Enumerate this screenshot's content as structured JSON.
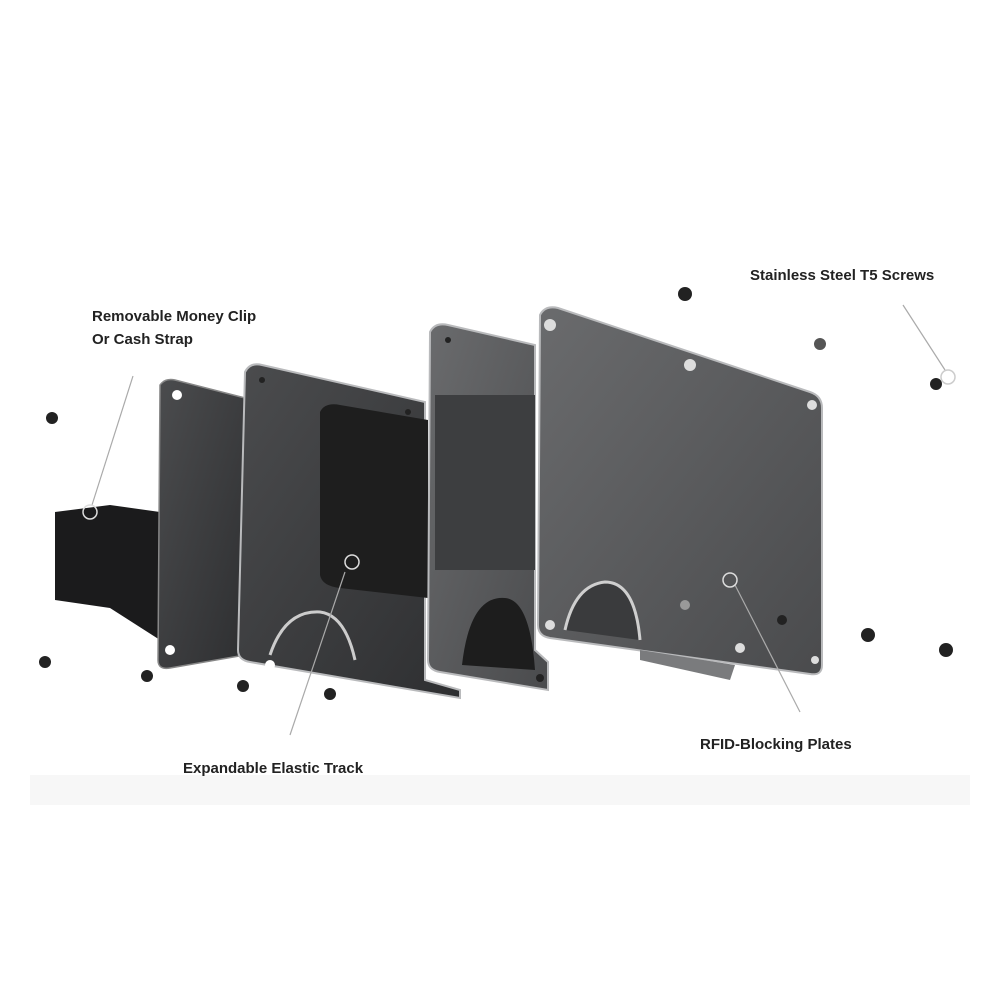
{
  "labels": {
    "money_clip_line1": "Removable Money Clip",
    "money_clip_line2": "Or Cash Strap",
    "screws": "Stainless Steel T5 Screws",
    "elastic": "Expandable Elastic Track",
    "plates": "RFID-Blocking Plates"
  },
  "colors": {
    "plate": "#5a5b5d",
    "plate_dark": "#3a3b3d",
    "edge": "#b9babc",
    "felt": "#1d1d1d",
    "text": "#222222"
  }
}
